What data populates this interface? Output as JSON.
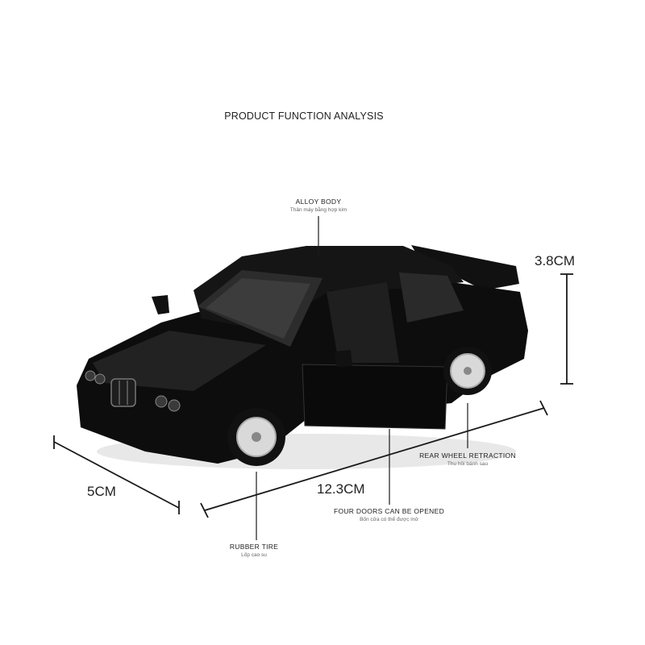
{
  "title": "PRODUCT FUNCTION ANALYSIS",
  "callouts": {
    "alloy_body": {
      "en": "ALLOY BODY",
      "vi": "Thân máy bằng hợp kim"
    },
    "rear_wheel": {
      "en": "REAR WHEEL RETRACTION",
      "vi": "Thu hồi bánh sau"
    },
    "four_doors": {
      "en": "FOUR DOORS CAN BE OPENED",
      "vi": "Bốn cửa có thể được mở"
    },
    "rubber_tire": {
      "en": "RUBBER TIRE",
      "vi": "Lốp cao su"
    }
  },
  "dimensions": {
    "height": "3.8CM",
    "length": "12.3CM",
    "width": "5CM"
  },
  "colors": {
    "car_body": "#0d0d0d",
    "line": "#1a1a1a"
  }
}
